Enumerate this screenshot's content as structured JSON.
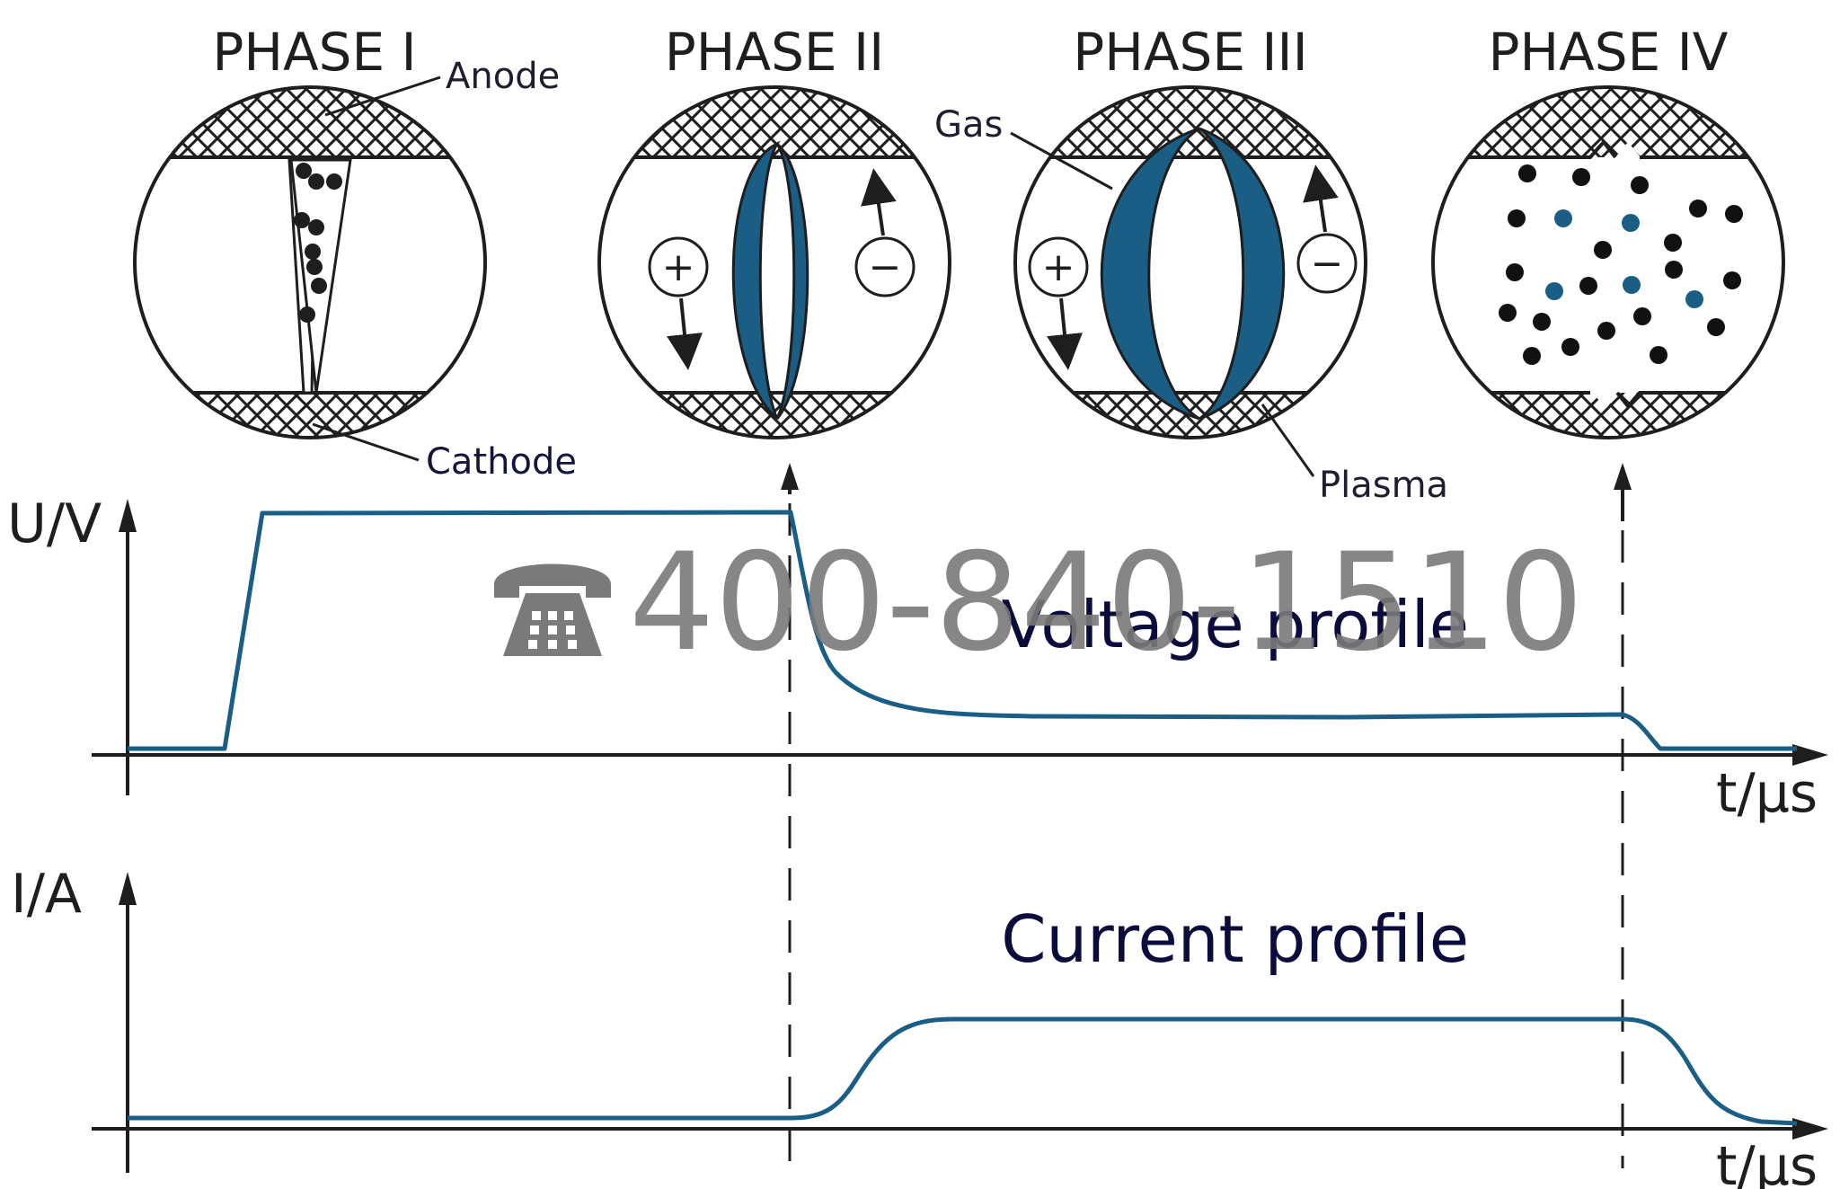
{
  "phases": [
    {
      "title": "PHASE I"
    },
    {
      "title": "PHASE II"
    },
    {
      "title": "PHASE III"
    },
    {
      "title": "PHASE IV"
    }
  ],
  "callouts": {
    "anode": "Anode",
    "cathode": "Cathode",
    "gas": "Gas",
    "plasma": "Plasma"
  },
  "charges": {
    "positive": "+",
    "negative": "−"
  },
  "voltage_chart": {
    "ylabel": "U/V",
    "xlabel": "t/µs",
    "label": "Voltage profile"
  },
  "current_chart": {
    "ylabel": "I/A",
    "xlabel": "t/µs",
    "label": "Current profile"
  },
  "watermark": {
    "phone_icon": "telephone-icon",
    "text": "400-840-1510"
  },
  "colors": {
    "plasma_blue": "#1a5e86",
    "line": "#1e1e1e",
    "label_navy": "#0c0c3c"
  }
}
